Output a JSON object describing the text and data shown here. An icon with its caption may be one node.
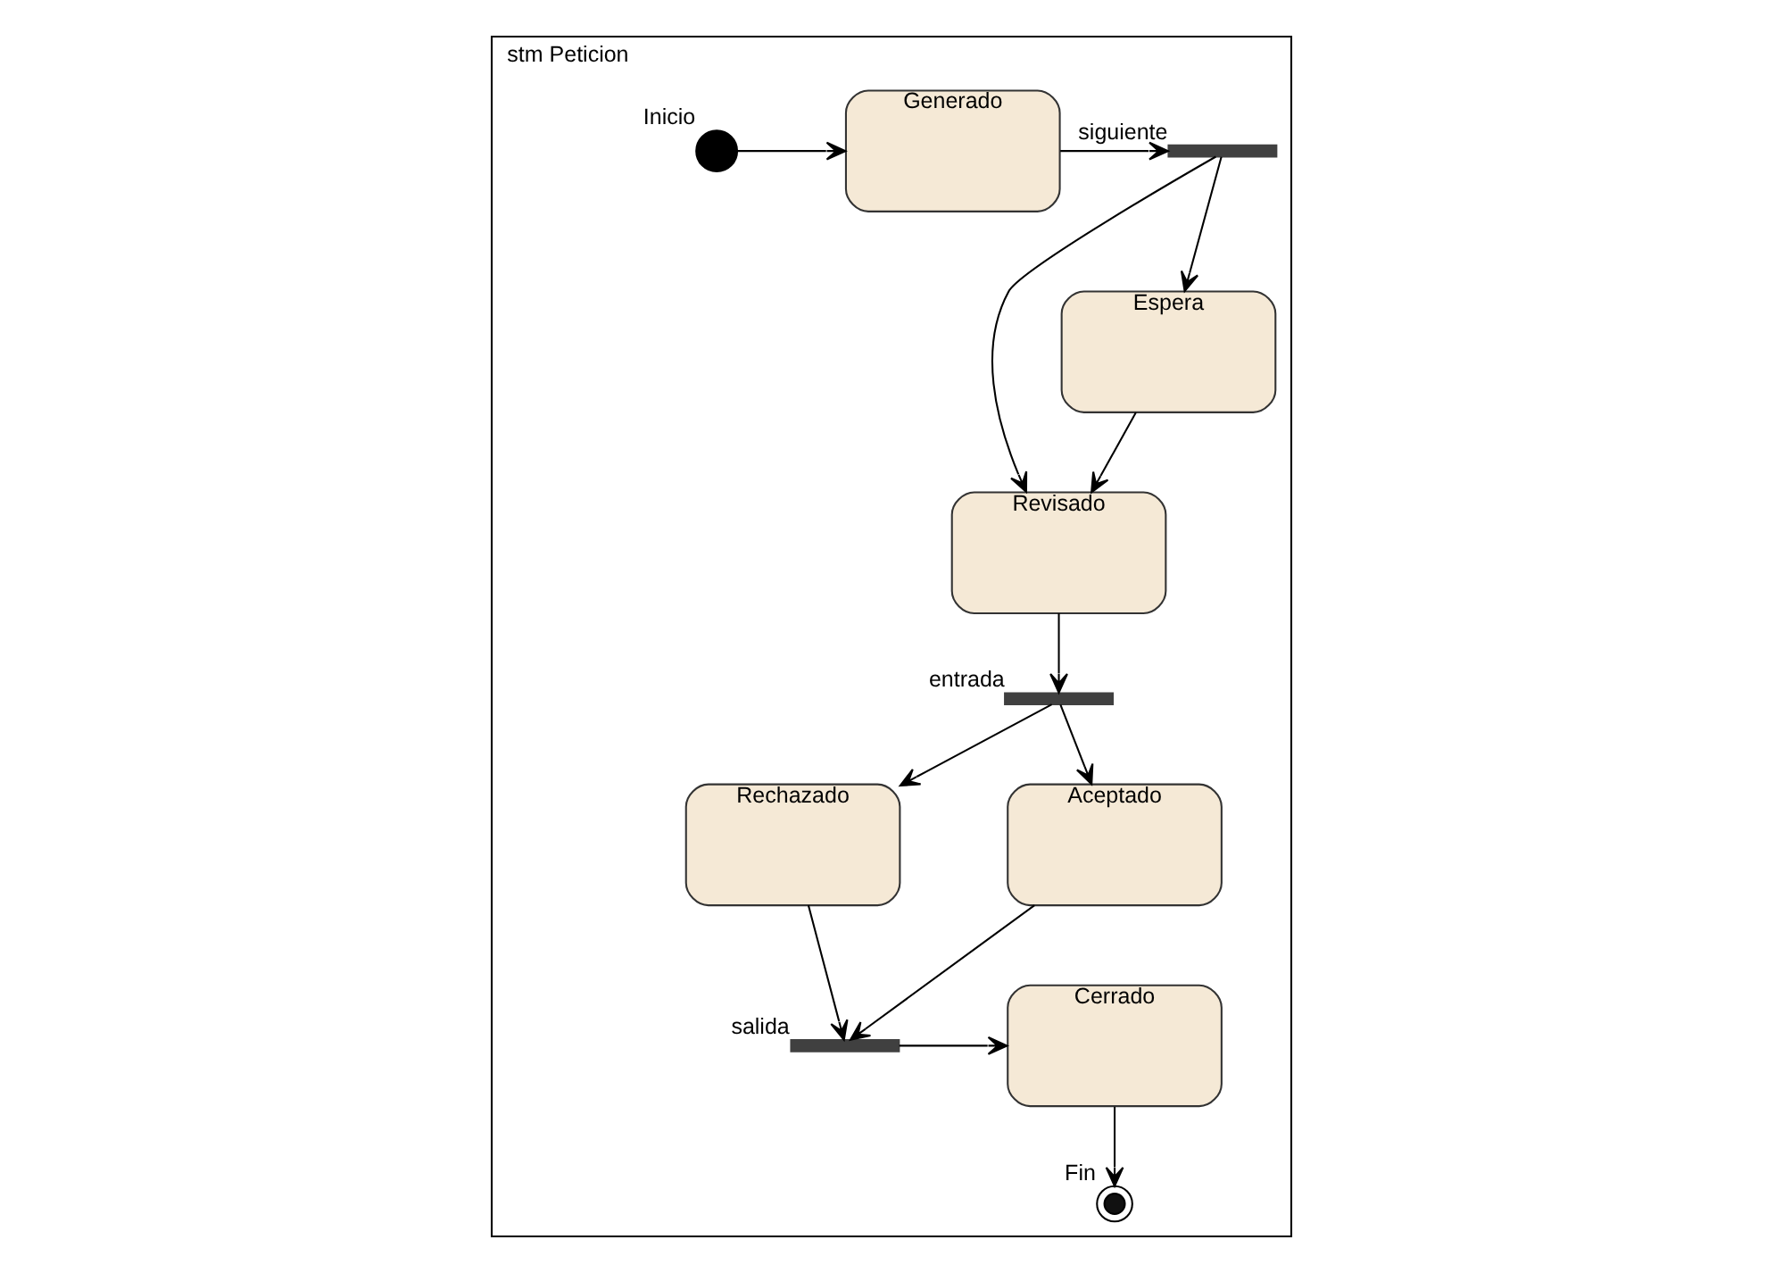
{
  "diagram": {
    "nodes": [
      {
        "text": [
          "stm Peticion"
        ]
      },
      {
        "text": [
          "Inicio"
        ],
        "in": 0
      },
      {
        "text": [
          "Generado"
        ],
        "in": 0
      },
      {
        "text": [
          "siguiente"
        ],
        "in": 0
      },
      {
        "text": [
          "Revisado"
        ],
        "in": 0
      },
      {
        "text": [
          "Espera"
        ],
        "in": 0
      },
      {
        "text": [
          "entrada"
        ],
        "in": 0
      },
      {
        "text": [
          "Rechazado"
        ],
        "in": 0
      },
      {
        "text": [
          "Aceptado"
        ],
        "in": 0
      },
      {
        "text": [
          "Fin"
        ],
        "in": 0
      },
      {
        "text": [
          "Cerrado"
        ],
        "in": 0
      },
      {
        "text": [
          "salida"
        ],
        "in": 0
      }
    ],
    "edges": [
      {
        "from": 1,
        "to": 2,
        "arrow": "to"
      },
      {
        "from": 2,
        "to": 3,
        "arrow": "to"
      },
      {
        "from": 3,
        "to": 4,
        "arrow": "to"
      },
      {
        "from": 3,
        "to": 5,
        "arrow": "to"
      },
      {
        "from": 5,
        "to": 4,
        "arrow": "to"
      },
      {
        "from": 4,
        "to": 6,
        "arrow": "to"
      },
      {
        "from": 6,
        "to": 7,
        "arrow": "to"
      },
      {
        "from": 6,
        "to": 8,
        "arrow": "to"
      },
      {
        "from": 7,
        "to": 11,
        "arrow": "to"
      },
      {
        "from": 8,
        "to": 11,
        "arrow": "to"
      },
      {
        "from": 11,
        "to": 10,
        "arrow": "to"
      },
      {
        "from": 10,
        "to": 9,
        "arrow": "to"
      }
    ]
  }
}
